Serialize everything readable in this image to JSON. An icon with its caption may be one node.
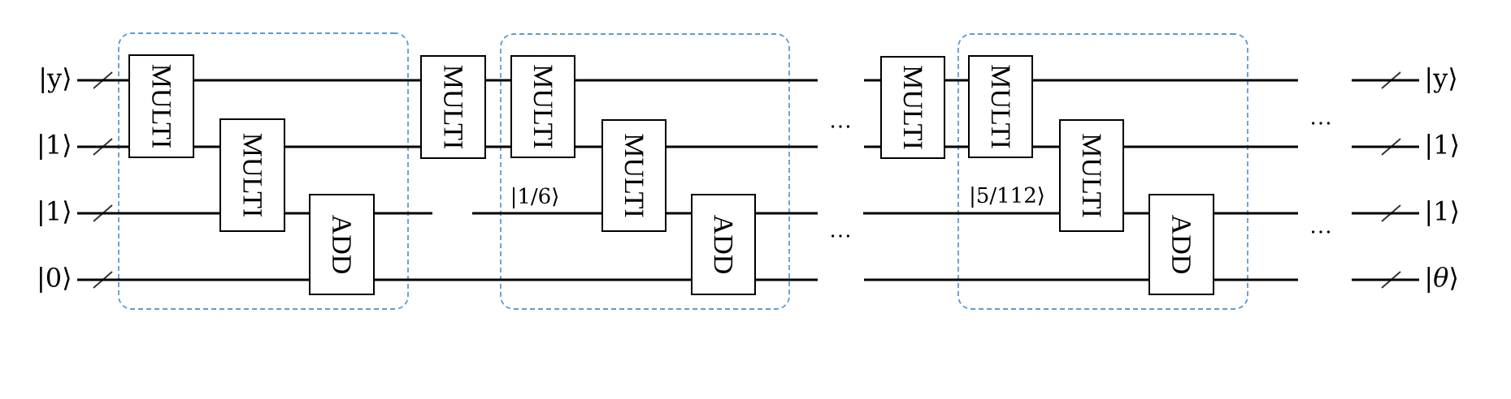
{
  "diagram": {
    "nodes": [
      {
        "text": [
          "|y⟩"
        ]
      },
      {
        "text": [
          "|1⟩"
        ]
      },
      {
        "text": [
          "|1⟩"
        ]
      },
      {
        "text": [
          "|0⟩"
        ]
      },
      {
        "text": [],
        "shape": "box"
      },
      {
        "text": [
          "MULTI"
        ],
        "in": 4
      },
      {
        "text": [
          "MULTI"
        ],
        "in": 4
      },
      {
        "text": [
          "ADD"
        ],
        "in": 4
      },
      {
        "text": [
          "MULTI"
        ]
      },
      {
        "text": [],
        "shape": "box"
      },
      {
        "text": [
          "MULTI"
        ],
        "in": 9
      },
      {
        "text": [
          "MULTI"
        ],
        "in": 9
      },
      {
        "text": [
          "ADD"
        ],
        "in": 9
      },
      {
        "text": [
          "MULTI"
        ]
      },
      {
        "text": [],
        "shape": "box"
      },
      {
        "text": [
          "MULTI"
        ],
        "in": 14
      },
      {
        "text": [
          "MULTI"
        ],
        "in": 14
      },
      {
        "text": [
          "ADD"
        ],
        "in": 14
      },
      {
        "text": [
          "|y⟩"
        ]
      },
      {
        "text": [
          "|1⟩"
        ]
      },
      {
        "text": [
          "|1⟩"
        ]
      },
      {
        "text": [
          "|*θ*⟩"
        ]
      }
    ],
    "edges": [
      {
        "from": 0,
        "to": 5,
        "arrow": "none"
      },
      {
        "from": 5,
        "to": 8,
        "arrow": "none"
      },
      {
        "from": 8,
        "to": 10,
        "arrow": "none"
      },
      {
        "from": 10,
        "to": null,
        "arrow": "none"
      },
      {
        "from": null,
        "to": 13,
        "arrow": "none"
      },
      {
        "from": 13,
        "to": 15,
        "arrow": "none"
      },
      {
        "from": 15,
        "to": null,
        "arrow": "none"
      },
      {
        "from": null,
        "to": 18,
        "arrow": "none"
      },
      {
        "from": 1,
        "to": 5,
        "arrow": "none"
      },
      {
        "from": 5,
        "to": 6,
        "arrow": "none"
      },
      {
        "from": 6,
        "to": 8,
        "arrow": "none"
      },
      {
        "from": 8,
        "to": 10,
        "arrow": "none"
      },
      {
        "from": 10,
        "to": 11,
        "arrow": "none"
      },
      {
        "from": 11,
        "to": null,
        "arrow": "none"
      },
      {
        "from": null,
        "to": 13,
        "arrow": "none"
      },
      {
        "from": 13,
        "to": 15,
        "arrow": "none"
      },
      {
        "from": 15,
        "to": 16,
        "arrow": "none"
      },
      {
        "from": 16,
        "to": null,
        "arrow": "none"
      },
      {
        "from": null,
        "to": 19,
        "arrow": "none"
      },
      {
        "from": 2,
        "to": 6,
        "arrow": "none"
      },
      {
        "from": 6,
        "to": 7,
        "arrow": "none"
      },
      {
        "from": 7,
        "to": null,
        "arrow": "none"
      },
      {
        "from": null,
        "to": 11,
        "arrow": "none",
        "label": "|1/6⟩"
      },
      {
        "from": 11,
        "to": 12,
        "arrow": "none"
      },
      {
        "from": 12,
        "to": null,
        "arrow": "none"
      },
      {
        "from": null,
        "to": 16,
        "arrow": "none",
        "label": "|5/112⟩"
      },
      {
        "from": 16,
        "to": 17,
        "arrow": "none"
      },
      {
        "from": 17,
        "to": null,
        "arrow": "none"
      },
      {
        "from": null,
        "to": 20,
        "arrow": "none"
      },
      {
        "from": 3,
        "to": 7,
        "arrow": "none"
      },
      {
        "from": 7,
        "to": 12,
        "arrow": "none"
      },
      {
        "from": 12,
        "to": null,
        "arrow": "none"
      },
      {
        "from": null,
        "to": 17,
        "arrow": "none"
      },
      {
        "from": 17,
        "to": null,
        "arrow": "none"
      },
      {
        "from": null,
        "to": 21,
        "arrow": "none"
      }
    ],
    "labels": [
      "…",
      "…",
      "…",
      "…"
    ]
  }
}
